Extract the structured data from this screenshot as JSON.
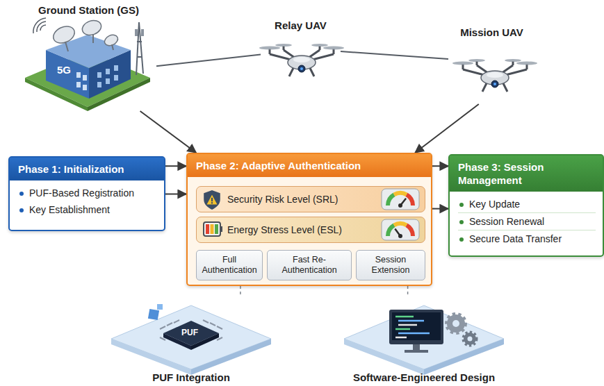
{
  "diagram": {
    "nodes": [
      {
        "text": [
          "Ground Station (GS)"
        ]
      },
      {
        "text": [
          "Relay UAV"
        ]
      },
      {
        "text": [
          "Mission UAV"
        ]
      },
      {
        "text": [
          "Phase 1: Initialization",
          "PUF-Based Registration",
          "Key Establishment"
        ]
      },
      {
        "text": [
          "Phase 2: Adaptive Authentication"
        ]
      },
      {
        "text": [
          "Security Risk Level (SRL)"
        ],
        "in": 4
      },
      {
        "text": [
          "Energy Stress Level (ESL)"
        ],
        "in": 4
      },
      {
        "text": [
          "Full Authentication"
        ],
        "in": 4
      },
      {
        "text": [
          "Fast Re-Authentication"
        ],
        "in": 4
      },
      {
        "text": [
          "Session Extension"
        ],
        "in": 4
      },
      {
        "text": [
          "Phase 3: Session Management",
          "Key Update",
          "Session Renewal",
          "Secure Data Transfer"
        ]
      },
      {
        "text": [
          "PUF Integration"
        ]
      },
      {
        "text": [
          "Software-Engineered Design"
        ]
      }
    ],
    "edges": [
      {
        "from": 0,
        "to": 1,
        "arrow": "none"
      },
      {
        "from": 1,
        "to": 2,
        "arrow": "none"
      },
      {
        "from": 0,
        "to": 4,
        "arrow": "to"
      },
      {
        "from": 2,
        "to": 4,
        "arrow": "to"
      },
      {
        "from": 3,
        "to": 4,
        "arrow": "to"
      },
      {
        "from": 3,
        "to": 4,
        "arrow": "to"
      },
      {
        "from": 4,
        "to": 10,
        "arrow": "to"
      },
      {
        "from": 4,
        "to": 10,
        "arrow": "to"
      },
      {
        "from": 4,
        "to": 11,
        "arrow": "none"
      },
      {
        "from": 4,
        "to": 12,
        "arrow": "none"
      }
    ],
    "labels": [
      "5G",
      "PUF"
    ]
  }
}
